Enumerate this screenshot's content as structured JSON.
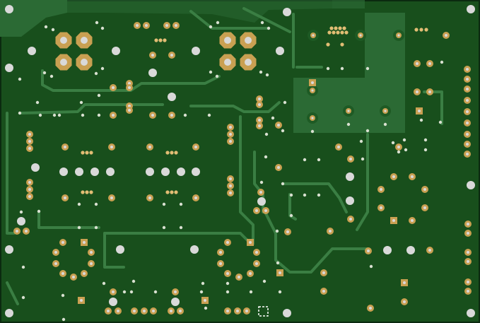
{
  "colors": {
    "substrate": "#184f1c",
    "copper_pour": "#2b6a34",
    "trace": "#3a7e43",
    "pad": "#c9a052",
    "pad_inner": "#e2bd74",
    "drill": "#d9d9d9",
    "via": "#1e5a24",
    "cursor": "#ffffff",
    "edge": "#0b2a10"
  },
  "elements": {
    "large_pads": "octagon",
    "mounting_holes": "drill",
    "small_pads": "round",
    "square_pads": "square"
  }
}
